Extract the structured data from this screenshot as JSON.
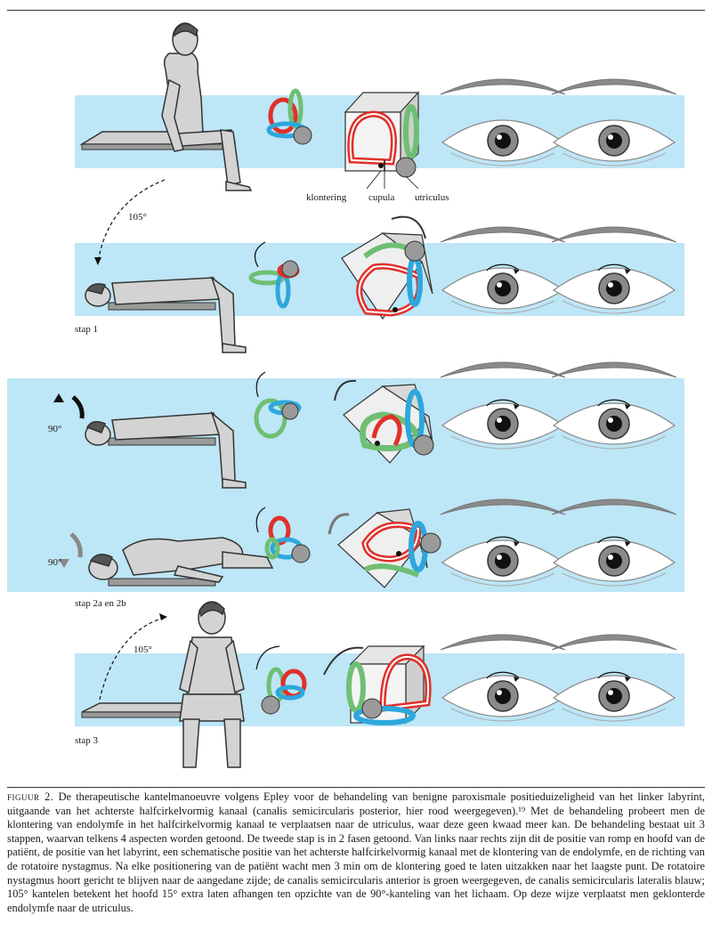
{
  "labels": {
    "klontering": "klontering",
    "cupula": "cupula",
    "utriculus": "utriculus",
    "angle_105": "105°",
    "angle_90": "90°",
    "stap1": "stap 1",
    "stap2": "stap 2a en 2b",
    "stap3": "stap 3"
  },
  "caption": {
    "head": "figuur 2.",
    "text": "De therapeutische kantelmanoeuvre volgens Epley voor de behandeling van benigne paroxismale positieduizeligheid van het linker labyrint, uitgaande van het achterste halfcirkelvormig kanaal (canalis semicircularis posterior, hier rood weergegeven).¹⁹ Met de behandeling probeert men de klontering van endolymfe in het halfcirkelvormig kanaal te verplaatsen naar de utriculus, waar deze geen kwaad meer kan. De behandeling bestaat uit 3 stappen, waarvan telkens 4 aspecten worden getoond. De tweede stap is in 2 fasen getoond. Van links naar rechts zijn dit de positie van romp en hoofd van de patiënt, de positie van het labyrint, een schematische positie van het achterste halfcirkelvormig kanaal met de klontering van de endolymfe, en de richting van de rotatoire nystagmus. Na elke positionering van de patiënt wacht men 3 min om de klontering goed te laten uitzakken naar het laagste punt. De rotatoire nystagmus hoort gericht te blijven naar de aangedane zijde; de canalis semicircularis anterior is groen weergegeven, de canalis semicircularis lateralis blauw; 105° kantelen betekent het hoofd 15° extra laten afhangen ten opzichte van de 90°-kanteling van het lichaam. Op deze wijze verplaatst men geklonterde endolymfe naar de utriculus."
  },
  "colors": {
    "band": "#bde6f6",
    "posterior": "#e0302a",
    "anterior": "#6fbf73",
    "lateral": "#2ea7dd",
    "skin": "#d3d3d3",
    "outline": "#333333",
    "eye_iris": "#8a8a8a"
  }
}
